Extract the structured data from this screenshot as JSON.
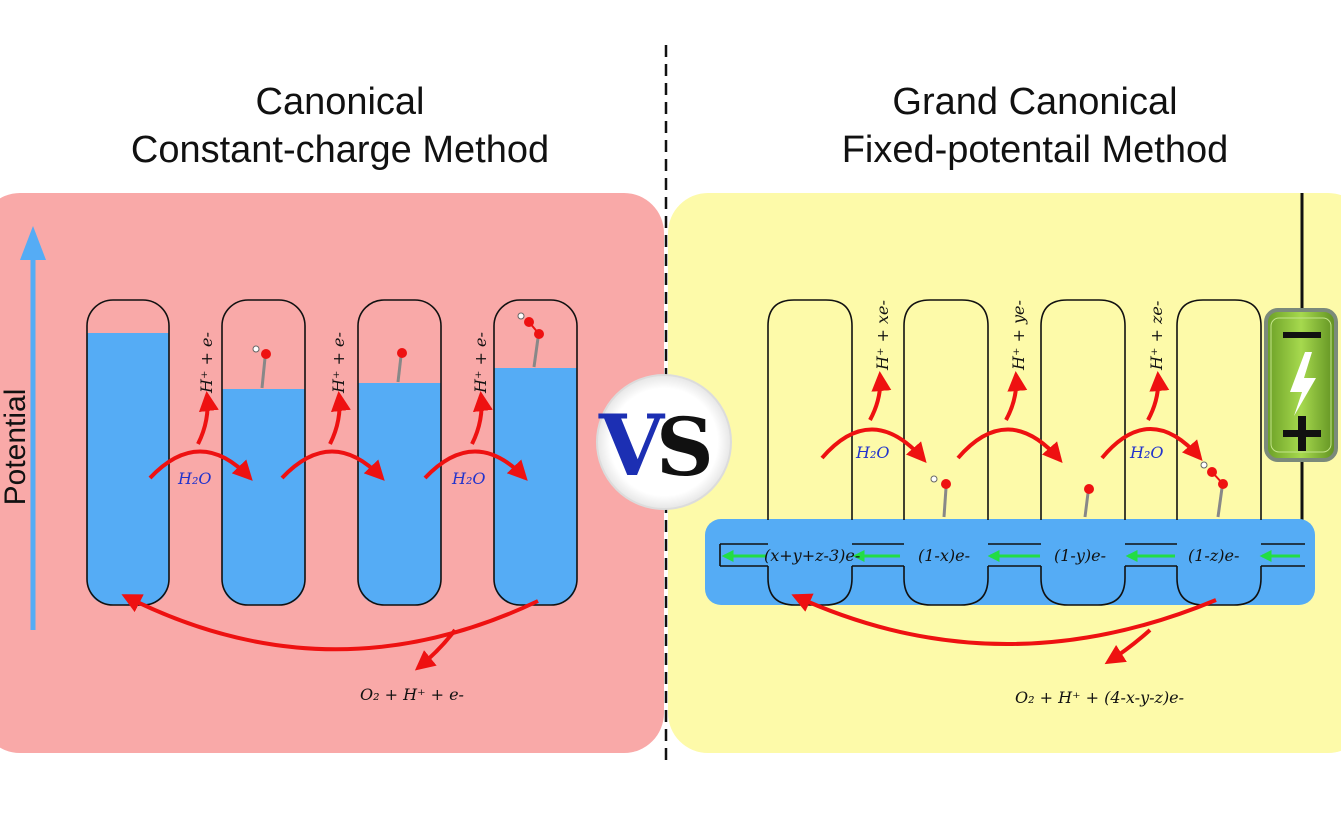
{
  "left_panel": {
    "title_line1": "Canonical",
    "title_line2": "Constant-charge Method",
    "axis_label": "Potential",
    "step_label": "H⁺ + e-",
    "water_label": "H₂O",
    "bottom_equation": "O₂ + H⁺ + e-"
  },
  "vs_label": "VS",
  "right_panel": {
    "title_line1": "Grand Canonical",
    "title_line2": "Fixed-potentail Method",
    "step_labels": [
      "H⁺ + xe-",
      "H⁺ + ye-",
      "H⁺ + ze-"
    ],
    "water_label": "H₂O",
    "charge_labels": [
      "(x+y+z-3)e-",
      "(1-x)e-",
      "(1-y)e-",
      "(1-z)e-"
    ],
    "bottom_equation": "O₂ + H⁺ + (4-x-y-z)e-"
  },
  "colors": {
    "left_panel_bg": "#f9a9a8",
    "right_panel_bg": "#fdfaa9",
    "electrolyte": "#55acf5",
    "arrow": "#ee1111",
    "potential_arrow": "#55acf5",
    "vs_v": "#1c2fb3",
    "vs_s": "#111111",
    "battery_green": "#8cc43c",
    "electron_arrow": "#22dd44"
  }
}
